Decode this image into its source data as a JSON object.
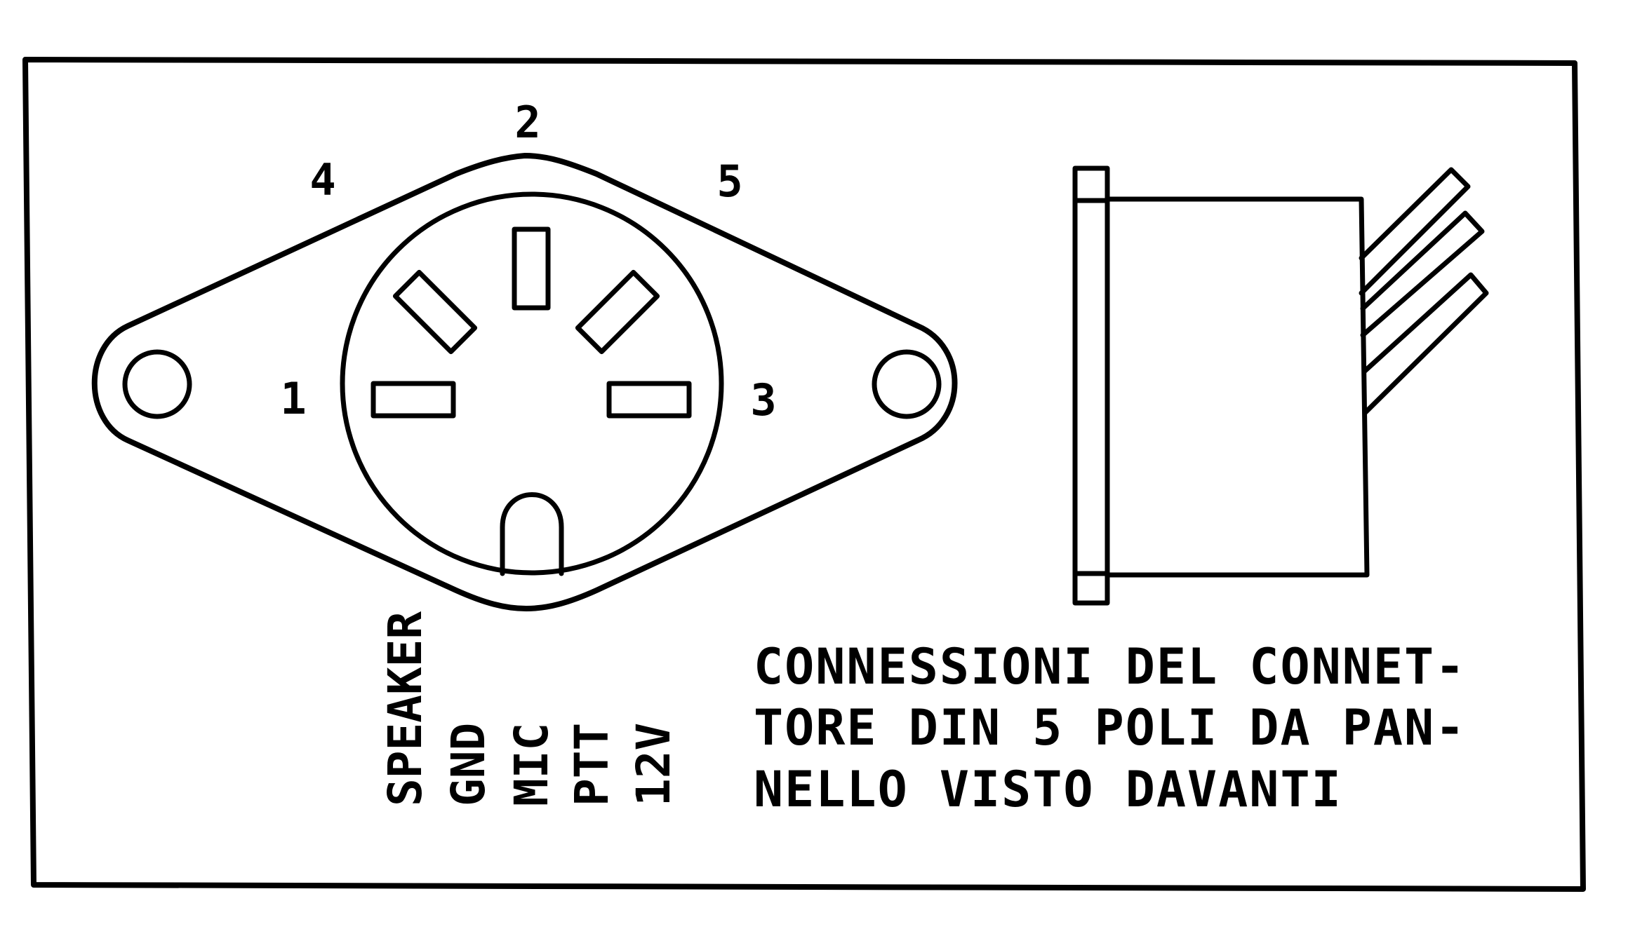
{
  "diagram": {
    "pin_numbers": {
      "p1": "1",
      "p2": "2",
      "p3": "3",
      "p4": "4",
      "p5": "5"
    },
    "signals": [
      "SPEAKER",
      "GND",
      "MIC",
      "PTT",
      "12V"
    ],
    "caption_lines": [
      "CONNESSIONI DEL CONNET-",
      "TORE DIN 5 POLI DA PAN-",
      "NELLO VISTO DAVANTI"
    ],
    "ink_color": "#000000",
    "background_color": "#ffffff"
  }
}
